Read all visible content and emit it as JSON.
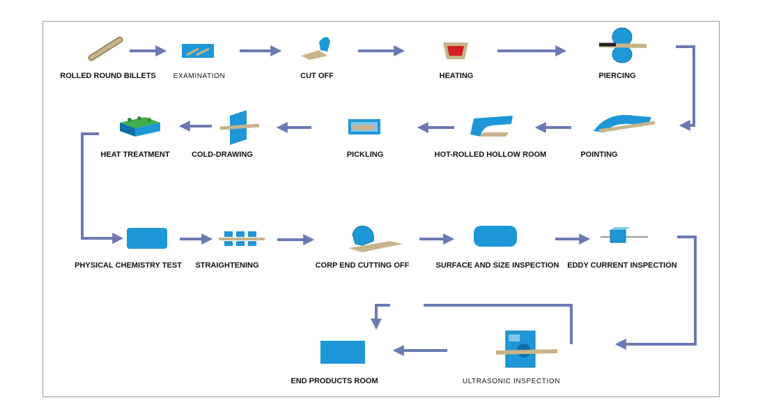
{
  "colors": {
    "arrow": "#6b79b3",
    "equipment": "#1e97d8",
    "equipment_dark": "#0f6fa8",
    "material": "#c8b48a",
    "furnace_fire": "#d32020",
    "frame": "#9a9a9a"
  },
  "steps": {
    "rolled_round_billets": "ROLLED ROUND BILLETS",
    "examination": "EXAMINATION",
    "cut_off": "CUT OFF",
    "heating": "HEATING",
    "piercing": "PIERCING",
    "pointing": "POINTING",
    "hot_rolled_hollow_room": "HOT-ROLLED HOLLOW ROOM",
    "pickling": "PICKLING",
    "cold_drawing": "COLD-DRAWING",
    "heat_treatment": "HEAT TREATMENT",
    "physical_chemistry_test": "PHYSICAL CHEMISTRY TEST",
    "straightening": "STRAIGHTENING",
    "corp_end_cutting_off": "CORP END CUTTING OFF",
    "surface_and_size_inspection": "SURFACE AND SIZE INSPECTION",
    "eddy_current_inspection": "EDDY CURRENT INSPECTION",
    "ultrasonic_inspection": "ULTRASONIC INSPECTION",
    "end_products_room": "END PRODUCTS ROOM"
  },
  "icons": {
    "rolled_round_billets": "billet-rod-icon",
    "examination": "inspection-table-icon",
    "cut_off": "saw-cutter-icon",
    "heating": "furnace-icon",
    "piercing": "piercing-mill-icon",
    "pointing": "pointing-machine-icon",
    "hot_rolled_hollow_room": "hollow-room-icon",
    "pickling": "pickling-tank-icon",
    "cold_drawing": "drawing-die-icon",
    "heat_treatment": "heat-treatment-furnace-icon",
    "physical_chemistry_test": "test-lab-icon",
    "straightening": "straightening-rollers-icon",
    "corp_end_cutting_off": "end-cutter-icon",
    "surface_and_size_inspection": "inspection-station-icon",
    "eddy_current_inspection": "eddy-current-probe-icon",
    "ultrasonic_inspection": "ultrasonic-tester-icon",
    "end_products_room": "warehouse-icon"
  }
}
